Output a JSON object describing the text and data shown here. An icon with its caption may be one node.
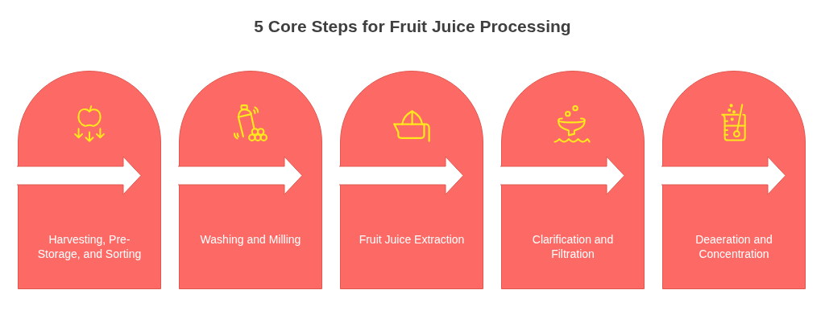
{
  "diagram": {
    "title": "5 Core Steps for Fruit Juice Processing",
    "nodes": [
      {
        "text": [
          "Harvesting, Pre-Storage, and Sorting"
        ]
      },
      {
        "text": [
          "Washing and Milling"
        ]
      },
      {
        "text": [
          "Fruit Juice Extraction"
        ]
      },
      {
        "text": [
          "Clarification and Filtration"
        ]
      },
      {
        "text": [
          "Deaeration and Concentration"
        ]
      }
    ]
  }
}
